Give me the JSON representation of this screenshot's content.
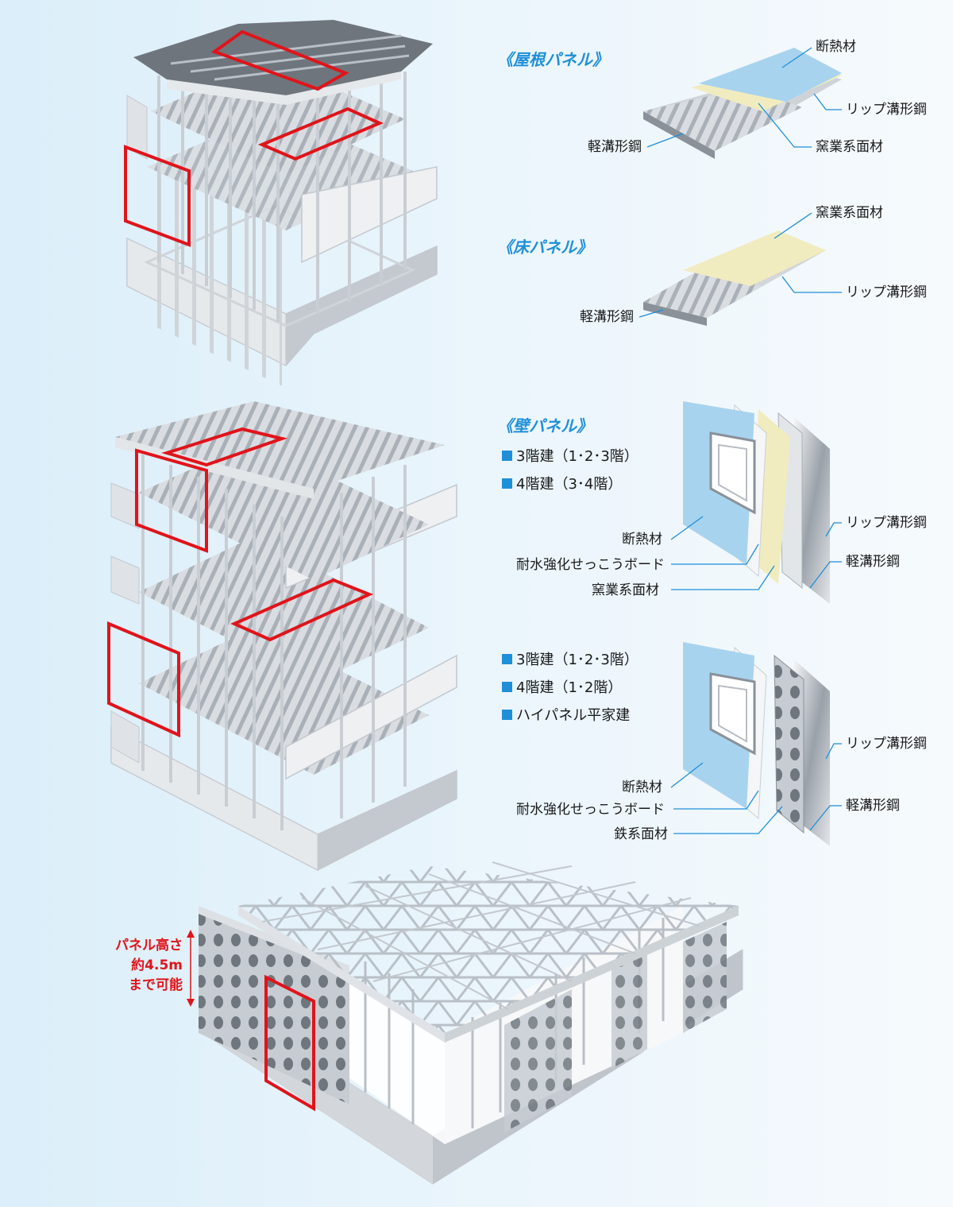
{
  "roof_panel": {
    "heading": "《屋根パネル》",
    "label_insulation": "断熱材",
    "label_lip_channel": "リップ溝形鋼",
    "label_light_channel": "軽溝形鋼",
    "label_ceramic_face": "窯業系面材"
  },
  "floor_panel": {
    "heading": "《床パネル》",
    "label_ceramic_face": "窯業系面材",
    "label_lip_channel": "リップ溝形鋼",
    "label_light_channel": "軽溝形鋼"
  },
  "wall_panel": {
    "heading": "《壁パネル》",
    "type_a": {
      "bullets": [
        "3階建（1･2･3階）",
        "4階建（3･4階）"
      ],
      "label_insulation": "断熱材",
      "label_gypsum": "耐水強化せっこうボード",
      "label_ceramic_face": "窯業系面材",
      "label_lip_channel": "リップ溝形鋼",
      "label_light_channel": "軽溝形鋼"
    },
    "type_b": {
      "bullets": [
        "3階建（1･2･3階）",
        "4階建（1･2階）",
        "ハイパネル平家建"
      ],
      "label_insulation": "断熱材",
      "label_gypsum": "耐水強化せっこうボード",
      "label_steel_face": "鉄系面材",
      "label_lip_channel": "リップ溝形鋼",
      "label_light_channel": "軽溝形鋼"
    }
  },
  "high_panel_note": [
    "パネル高さ",
    "約4.5m",
    "まで可能"
  ],
  "colors": {
    "accent_blue": "#1e8fd8",
    "highlight_red": "#e0141b",
    "insulation_blue": "#a7d3ee",
    "ceramic_cream": "#f1ecbf"
  }
}
